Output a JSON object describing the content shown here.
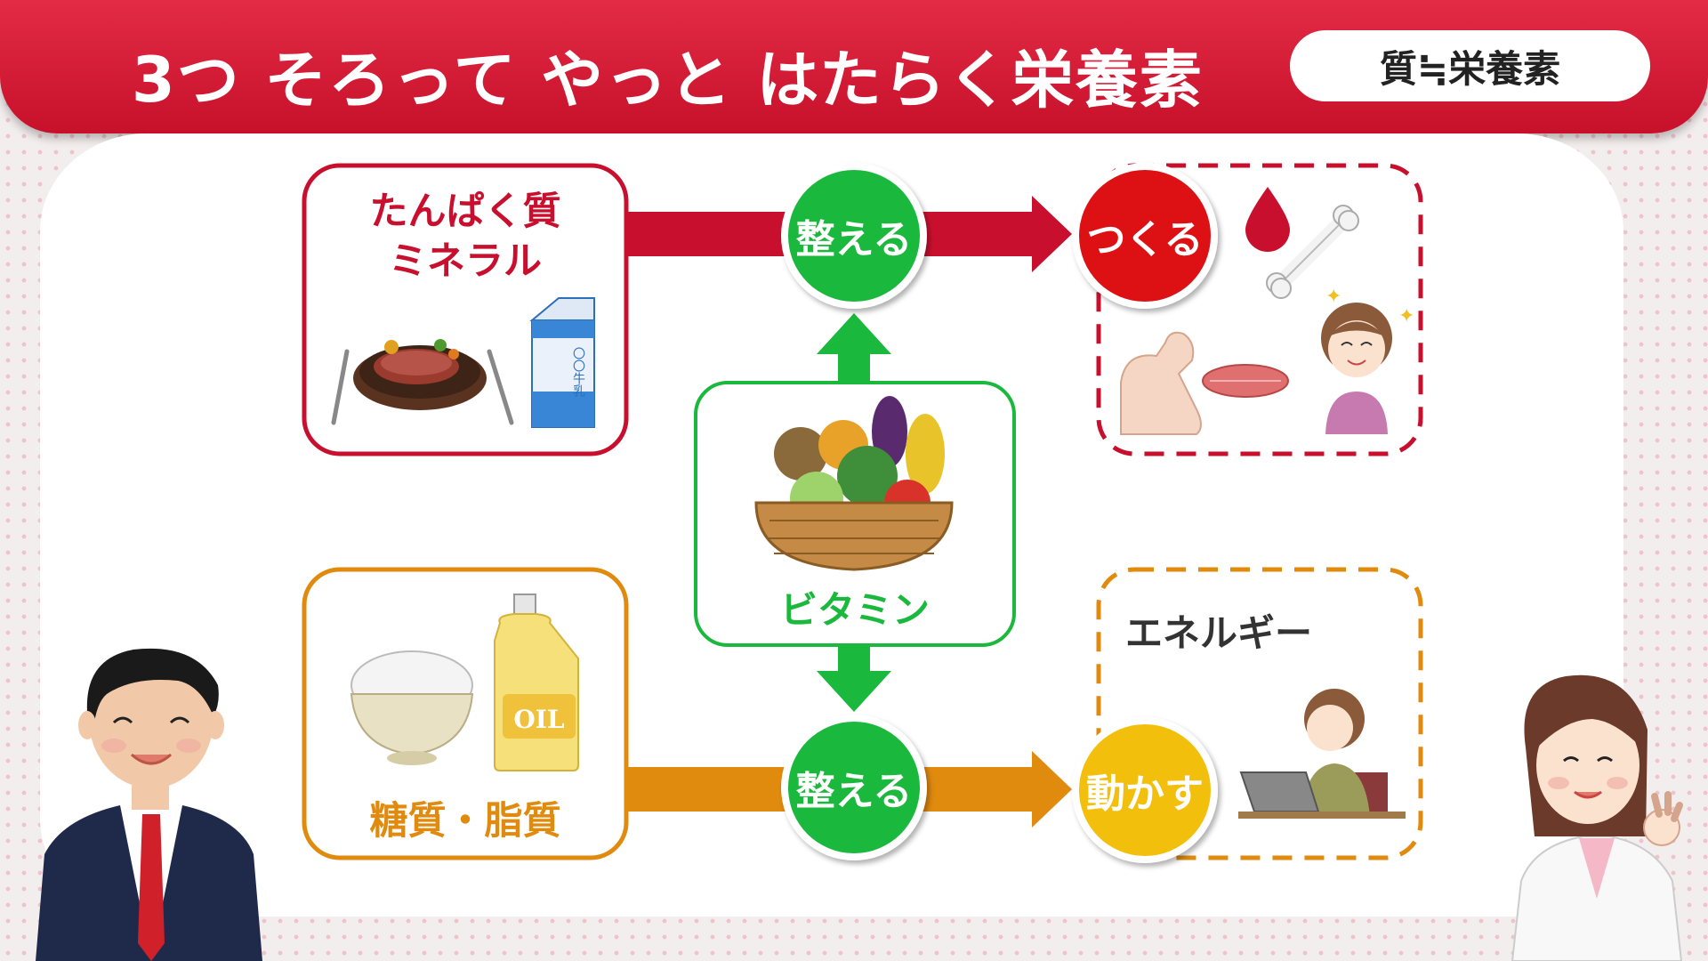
{
  "header": {
    "title": "3つ そろって やっと はたらく栄養素",
    "badge": "質≒栄養素"
  },
  "nodes": {
    "protein_mineral": {
      "line1": "たんぱく質",
      "line2": "ミネラル"
    },
    "carb_fat": {
      "label": "糖質・脂質"
    },
    "vitamin": {
      "label": "ビタミン"
    },
    "regulate_top": {
      "label": "整える"
    },
    "regulate_bottom": {
      "label": "整える"
    },
    "make": {
      "label": "つくる"
    },
    "move": {
      "label": "動かす"
    },
    "energy": {
      "label": "エネルギー"
    }
  },
  "illustrations": {
    "milk_carton_text": "〇〇牛乳",
    "oil_label": "OIL"
  },
  "colors": {
    "header_red": "#d2142e",
    "red": "#c8102e",
    "orange": "#e08a0e",
    "green": "#1ab83c",
    "yellow": "#f2bf0c"
  }
}
